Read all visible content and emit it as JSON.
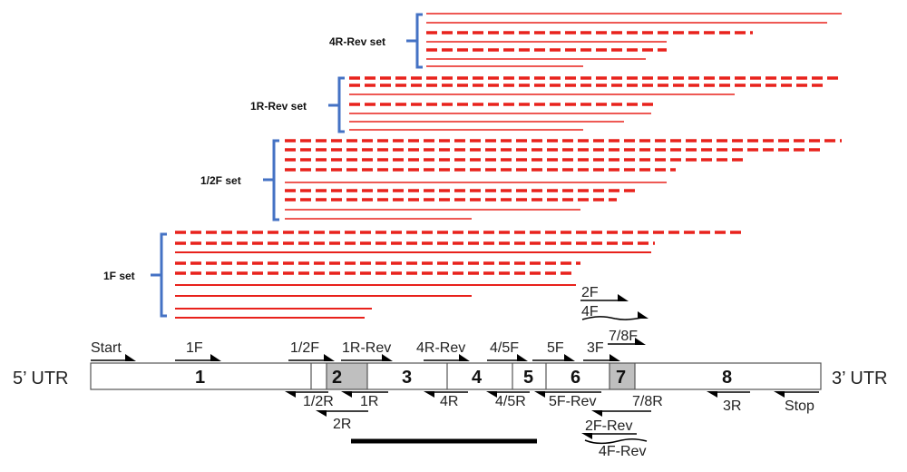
{
  "utr": {
    "left": "5’ UTR",
    "right": "3’ UTR"
  },
  "exons": [
    "1",
    "2",
    "3",
    "4",
    "5",
    "6",
    "7",
    "8"
  ],
  "shaded_exons": [
    "2",
    "7"
  ],
  "primers": {
    "start": "Start",
    "f1": "1F",
    "f12": "1/2F",
    "r1rev": "1R-Rev",
    "r4rev": "4R-Rev",
    "f45": "4/5F",
    "f5": "5F",
    "f3": "3F",
    "f78": "7/8F",
    "f2": "2F",
    "f4": "4F",
    "r12": "1/2R",
    "r1": "1R",
    "r2": "2R",
    "r4": "4R",
    "r45": "4/5R",
    "f5rev": "5F-Rev",
    "r78": "7/8R",
    "f2rev": "2F-Rev",
    "f4rev": "4F-Rev",
    "r3": "3R",
    "stop": "Stop"
  },
  "sets": [
    {
      "label": "4R-Rev set",
      "line_styles": [
        "solid",
        "solid",
        "dashed",
        "dashed",
        "solid",
        "solid"
      ]
    },
    {
      "label": "1R-Rev set",
      "line_styles": [
        "dashed",
        "dashed",
        "solid",
        "dashed",
        "solid",
        "solid"
      ]
    },
    {
      "label": "1/2F set",
      "line_styles": [
        "dashed",
        "dashed",
        "dashed",
        "dashed",
        "solid",
        "dashed",
        "dashed",
        "solid",
        "solid"
      ]
    },
    {
      "label": "1F set",
      "line_styles": [
        "dashed",
        "dashed",
        "solid",
        "dashed",
        "dashed",
        "solid",
        "solid",
        "solid",
        "solid"
      ]
    }
  ],
  "colors": {
    "reads": "#e8221c",
    "bracket": "#4472c4",
    "shaded_exon": "#bfbfbf",
    "black": "#000000"
  }
}
